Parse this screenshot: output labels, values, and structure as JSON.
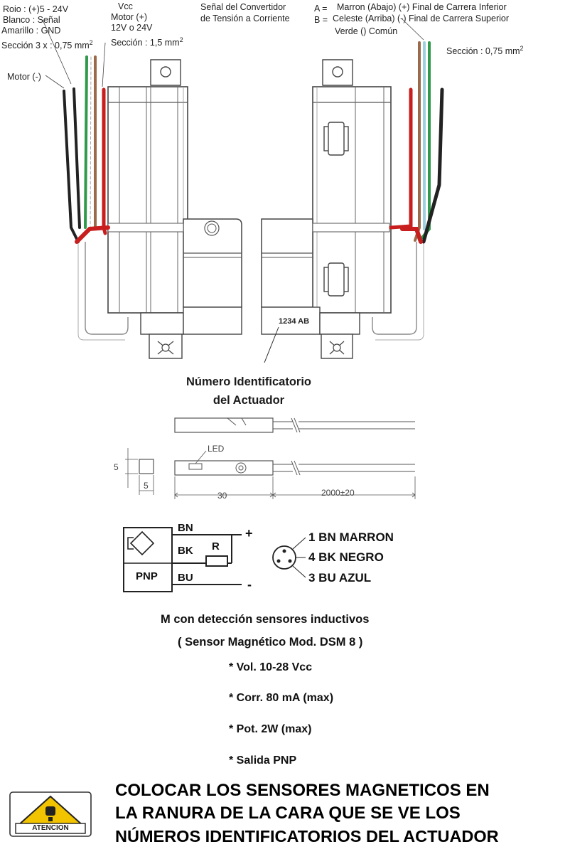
{
  "left_labels": {
    "rojo": "Roio : (+)5 - 24V",
    "blanco": "Blanco : Señal",
    "amarillo": "Amarillo : GND",
    "seccion_3x": "Sección 3 x : 0,75 mm",
    "motor_neg": "Motor (-)",
    "vcc": "Vcc",
    "motor_pos": "Motor (+)",
    "voltaje": "12V o 24V",
    "seccion_15": "Sección :  1,5 mm",
    "exponent": "2"
  },
  "center_labels": {
    "senal_line1": "Señal del Convertidor",
    "senal_line2": "de Tensión a Corriente"
  },
  "right_labels": {
    "a_letter": "A =",
    "a_text": "Marron (Abajo) (+)   Final de Carrera Inferior",
    "b_letter": "B =",
    "b_text": "Celeste (Arriba) (-)   Final de Carrera Superior",
    "verde": "Verde () Común",
    "seccion_075": "Sección : 0,75 mm",
    "exponent": "2"
  },
  "actuator": {
    "id_plate": "1234 AB",
    "caption_line1": "Número Identificatorio",
    "caption_line2": "del Actuador"
  },
  "sensor_drawing": {
    "led_label": "LED",
    "dim_height": "5",
    "dim_width": "5",
    "dim_length": "30",
    "dim_cable": "2000±20"
  },
  "schematic": {
    "bn": "BN",
    "bk": "BK",
    "bu": "BU",
    "r": "R",
    "pnp": "PNP",
    "plus": "+",
    "minus": "-"
  },
  "pinout": [
    "1 BN MARRON",
    "4 BK NEGRO",
    "3 BU AZUL"
  ],
  "sensor_title": {
    "line1": "M con detección sensores inductivos",
    "line2": "( Sensor Magnético Mod. DSM 8 )"
  },
  "specs": [
    "* Vol. 10-28 Vcc",
    "* Corr. 80 mA (max)",
    "* Pot. 2W (max)",
    "* Salida PNP"
  ],
  "warning": {
    "badge": "ATENCION",
    "line1": "COLOCAR LOS SENSORES  MAGNETICOS  EN",
    "line2": "LA RANURA DE LA CARA QUE SE VE LOS",
    "line3": "NÚMEROS IDENTIFICATORIOS DEL ACTUADOR"
  },
  "colors": {
    "red_wire": "#c81e1e",
    "green_wire": "#2e9a4a",
    "brown_wire": "#9a6a4a",
    "light_blue_wire": "#9fd0e0",
    "black_wire": "#222222",
    "warning_yellow": "#f2c400"
  }
}
